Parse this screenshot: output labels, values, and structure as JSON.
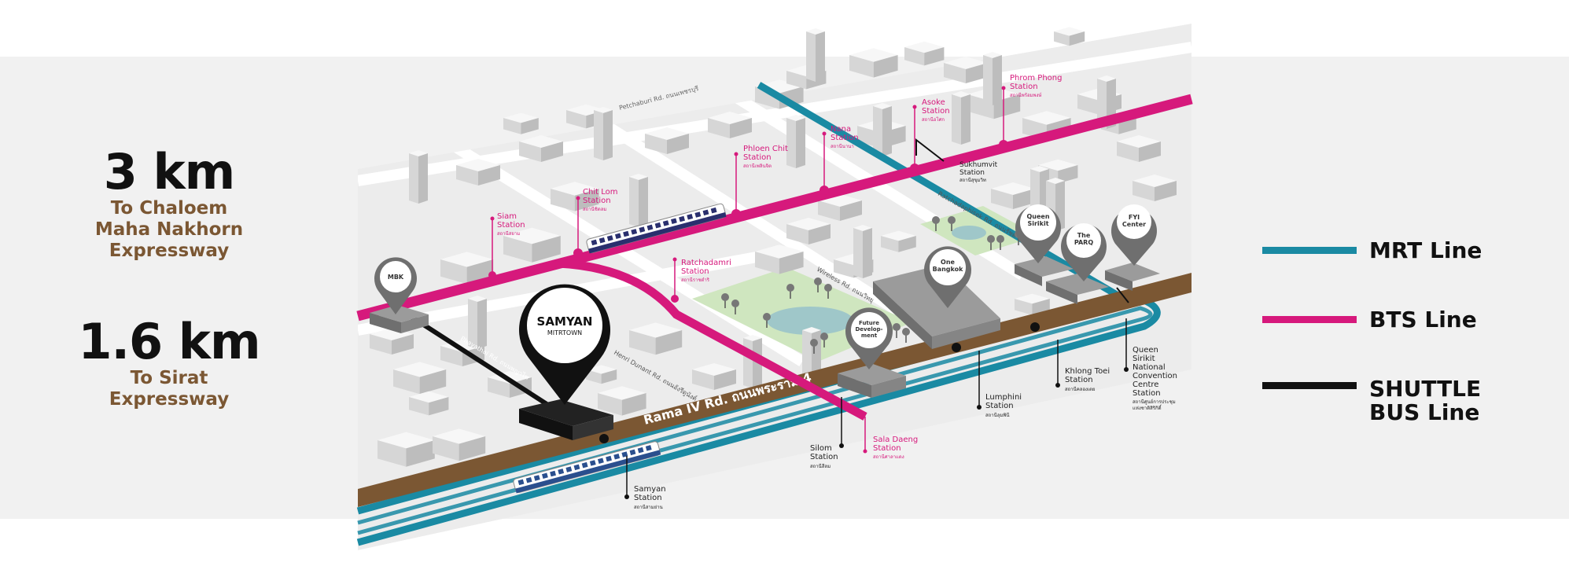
{
  "distances": [
    {
      "value": "3 km",
      "label_lines": [
        "To Chaloem",
        "Maha Nakhorn",
        "Expressway"
      ]
    },
    {
      "value": "1.6 km",
      "label_lines": [
        "To Sirat",
        "Expressway"
      ]
    }
  ],
  "legend": [
    {
      "label": "MRT Line",
      "label_lines": [
        "MRT Line"
      ],
      "color": "#1a8aa3"
    },
    {
      "label": "BTS Line",
      "label_lines": [
        "BTS Line"
      ],
      "color": "#d6197c"
    },
    {
      "label": "SHUTTLE BUS Line",
      "label_lines": [
        "SHUTTLE",
        "BUS Line"
      ],
      "color": "#111111"
    }
  ],
  "colors": {
    "mrt": "#1a8aa3",
    "bts": "#d6197c",
    "shuttle": "#111111",
    "road": "#7b5733",
    "park": "#cfe6bf",
    "background": "#f1f1f1"
  },
  "map": {
    "main_road": "Rama IV Rd. ถนนพระราม 4",
    "roads": {
      "phetchaburi": "Petchaburi Rd. ถนนเพชรบุรี",
      "phayathai": "Phayathai Rd. ถนนพญาไท",
      "henri_dunant": "Henri Dunant Rd. ถนนอังรีดูนังต์",
      "wireless": "Wireless Rd. ถนนวิทยุ",
      "ratchadaphisek": "Ratchadaphisek Rd. ถนนรัชดาภิเษก"
    },
    "pins": {
      "samyan_top": "SAMYAN",
      "samyan_bottom": "MITRTOWN",
      "mbk": "MBK",
      "future": [
        "Future",
        "Develop-",
        "ment"
      ],
      "one_bangkok": [
        "One",
        "Bangkok"
      ],
      "qsncc": [
        "Queen",
        "Sirikit"
      ],
      "parq": [
        "The",
        "PARQ"
      ],
      "fyi": [
        "FYI",
        "Center"
      ]
    },
    "bts_stations": {
      "siam": [
        "Siam",
        "Station",
        "สถานีสยาม"
      ],
      "chit_lom": [
        "Chit Lom",
        "Station",
        "สถานีชิดลม"
      ],
      "ratchadamri": [
        "Ratchadamri",
        "Station",
        "สถานีราชดำริ"
      ],
      "phloen_chit": [
        "Phloen Chit",
        "Station",
        "สถานีเพลินจิต"
      ],
      "nana": [
        "Nana",
        "Station",
        "สถานีนานา"
      ],
      "asoke": [
        "Asoke",
        "Station",
        "สถานีอโศก"
      ],
      "phrom_phong": [
        "Phrom Phong",
        "Station",
        "สถานีพร้อมพงษ์"
      ],
      "sala_daeng": [
        "Sala Daeng",
        "Station",
        "สถานีศาลาแดง"
      ]
    },
    "mrt_stations": {
      "samyan": [
        "Samyan",
        "Station",
        "สถานีสามย่าน"
      ],
      "silom": [
        "Silom",
        "Station",
        "สถานีสีลม"
      ],
      "lumphini": [
        "Lumphini",
        "Station",
        "สถานีลุมพินี"
      ],
      "khlong_toei": [
        "Khlong Toei",
        "Station",
        "สถานีคลองเตย"
      ],
      "qsncc": [
        "Queen",
        "Sirikit",
        "National",
        "Convention",
        "Centre",
        "Station",
        "สถานีศูนย์การประชุม",
        "แห่งชาติสิริกิติ์"
      ],
      "sukhumvit": [
        "Sukhumvit",
        "Station",
        "สถานีสุขุมวิท"
      ]
    }
  }
}
